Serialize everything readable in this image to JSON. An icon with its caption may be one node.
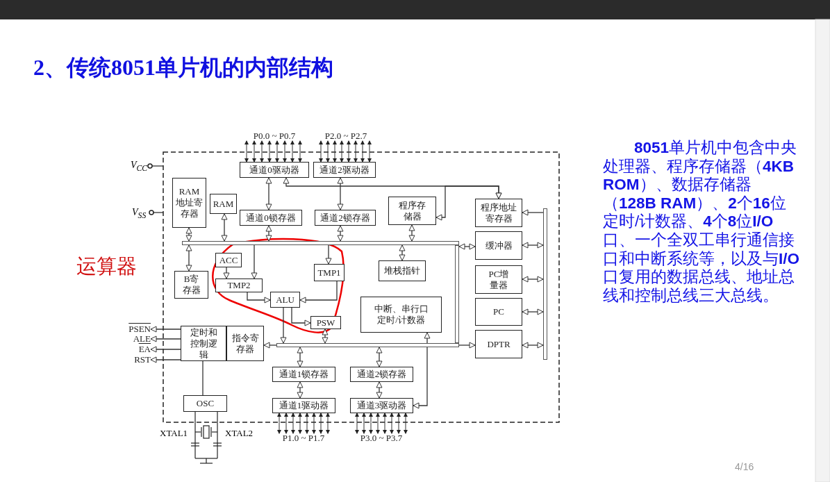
{
  "diagram": {
    "title": "2、传统8051单片机的内部结构",
    "nodes": [
      {
        "text": [
          "通道0驱动器"
        ]
      },
      {
        "text": [
          "通道2驱动器"
        ]
      },
      {
        "text": [
          "RAM地址寄存器"
        ]
      },
      {
        "text": [
          "RAM"
        ]
      },
      {
        "text": [
          "通道0锁存器"
        ]
      },
      {
        "text": [
          "通道2锁存器"
        ]
      },
      {
        "text": [
          "程序存储器"
        ]
      },
      {
        "text": [
          "程序地址寄存器"
        ]
      },
      {
        "text": [
          "缓冲器"
        ]
      },
      {
        "text": [
          "PC增量器"
        ]
      },
      {
        "text": [
          "PC"
        ]
      },
      {
        "text": [
          "DPTR"
        ]
      },
      {
        "text": [
          "ACC"
        ]
      },
      {
        "text": [
          "B寄存器"
        ]
      },
      {
        "text": [
          "TMP2"
        ]
      },
      {
        "text": [
          "TMP1"
        ]
      },
      {
        "text": [
          "ALU"
        ]
      },
      {
        "text": [
          "PSW"
        ]
      },
      {
        "text": [
          "堆栈指针"
        ]
      },
      {
        "text": [
          "中断、串行口定时/计数器"
        ]
      },
      {
        "text": [
          "定时和控制逻辑"
        ]
      },
      {
        "text": [
          "指令寄存器"
        ]
      },
      {
        "text": [
          "通道1锁存器"
        ]
      },
      {
        "text": [
          "通道2锁存器"
        ]
      },
      {
        "text": [
          "通道1驱动器"
        ]
      },
      {
        "text": [
          "通道3驱动器"
        ]
      },
      {
        "text": [
          "OSC"
        ]
      },
      {
        "text": [
          "PSEN"
        ]
      },
      {
        "text": [
          "ALE"
        ]
      },
      {
        "text": [
          "EA"
        ]
      },
      {
        "text": [
          "RST"
        ]
      },
      {
        "text": [],
        "shape": "bar"
      },
      {
        "text": [],
        "shape": "bar"
      },
      {
        "text": [],
        "shape": "bar"
      },
      {
        "text": [],
        "shape": "bar"
      },
      {
        "text": [
          "P0.0 ~ P0.7"
        ]
      },
      {
        "text": [
          "P2.0 ~ P2.7"
        ]
      },
      {
        "text": [
          "P1.0 ~ P1.7"
        ]
      },
      {
        "text": [
          "P3.0 ~ P3.7"
        ]
      }
    ],
    "edges": [
      {
        "from": 0,
        "to": 4,
        "arrow": "both"
      },
      {
        "from": 1,
        "to": 5,
        "arrow": "both"
      },
      {
        "from": 7,
        "to": 0,
        "arrow": "both"
      },
      {
        "from": 7,
        "to": 6,
        "arrow": "both"
      },
      {
        "from": 4,
        "to": 31,
        "arrow": "both"
      },
      {
        "from": 5,
        "to": 31,
        "arrow": "both"
      },
      {
        "from": 6,
        "to": 31,
        "arrow": "both"
      },
      {
        "from": 31,
        "to": 18,
        "arrow": "both"
      },
      {
        "from": 2,
        "to": 31,
        "arrow": "both"
      },
      {
        "from": 31,
        "to": 13,
        "arrow": "both"
      },
      {
        "from": 3,
        "to": 31,
        "arrow": "both"
      },
      {
        "from": 31,
        "to": 14,
        "arrow": "to"
      },
      {
        "from": 31,
        "to": 15,
        "arrow": "to"
      },
      {
        "from": 12,
        "to": 14,
        "arrow": "to"
      },
      {
        "from": 14,
        "to": 16,
        "arrow": "to"
      },
      {
        "from": 15,
        "to": 16,
        "arrow": "to"
      },
      {
        "from": 16,
        "to": 17,
        "arrow": "to"
      },
      {
        "from": 16,
        "to": 33,
        "arrow": "to"
      },
      {
        "from": 17,
        "to": 33,
        "arrow": "both"
      },
      {
        "from": 33,
        "to": 21,
        "arrow": "to"
      },
      {
        "from": 33,
        "to": 11,
        "arrow": "to"
      },
      {
        "from": 33,
        "to": 22,
        "arrow": "both"
      },
      {
        "from": 33,
        "to": 23,
        "arrow": "both"
      },
      {
        "from": 22,
        "to": 24,
        "arrow": "both"
      },
      {
        "from": 23,
        "to": 25,
        "arrow": "both"
      },
      {
        "from": 19,
        "to": 25,
        "arrow": "both"
      },
      {
        "from": 32,
        "to": 8,
        "arrow": "both"
      },
      {
        "from": 34,
        "to": 7,
        "arrow": "to"
      },
      {
        "from": 8,
        "to": 34,
        "arrow": "both"
      },
      {
        "from": 9,
        "to": 34,
        "arrow": "both"
      },
      {
        "from": 10,
        "to": 34,
        "arrow": "both"
      },
      {
        "from": 11,
        "to": 34,
        "arrow": "both"
      },
      {
        "from": 20,
        "to": 27,
        "arrow": "to"
      },
      {
        "from": 20,
        "to": 28,
        "arrow": "to"
      },
      {
        "from": 20,
        "to": 29,
        "arrow": "to"
      },
      {
        "from": 20,
        "to": 30,
        "arrow": "to"
      },
      {
        "from": 20,
        "to": 26,
        "arrow": "none"
      },
      {
        "from": 0,
        "to": 35,
        "arrow": "both"
      },
      {
        "from": 0,
        "to": 35,
        "arrow": "both"
      },
      {
        "from": 0,
        "to": 35,
        "arrow": "both"
      },
      {
        "from": 0,
        "to": 35,
        "arrow": "both"
      },
      {
        "from": 0,
        "to": 35,
        "arrow": "both"
      },
      {
        "from": 0,
        "to": 35,
        "arrow": "both"
      },
      {
        "from": 0,
        "to": 35,
        "arrow": "both"
      },
      {
        "from": 0,
        "to": 35,
        "arrow": "both"
      },
      {
        "from": 1,
        "to": 36,
        "arrow": "both"
      },
      {
        "from": 1,
        "to": 36,
        "arrow": "both"
      },
      {
        "from": 1,
        "to": 36,
        "arrow": "both"
      },
      {
        "from": 1,
        "to": 36,
        "arrow": "both"
      },
      {
        "from": 1,
        "to": 36,
        "arrow": "both"
      },
      {
        "from": 1,
        "to": 36,
        "arrow": "both"
      },
      {
        "from": 1,
        "to": 36,
        "arrow": "both"
      },
      {
        "from": 1,
        "to": 36,
        "arrow": "both"
      },
      {
        "from": 24,
        "to": 37,
        "arrow": "both"
      },
      {
        "from": 24,
        "to": 37,
        "arrow": "both"
      },
      {
        "from": 24,
        "to": 37,
        "arrow": "both"
      },
      {
        "from": 24,
        "to": 37,
        "arrow": "both"
      },
      {
        "from": 24,
        "to": 37,
        "arrow": "both"
      },
      {
        "from": 24,
        "to": 37,
        "arrow": "both"
      },
      {
        "from": 24,
        "to": 37,
        "arrow": "both"
      },
      {
        "from": 24,
        "to": 37,
        "arrow": "both"
      },
      {
        "from": 25,
        "to": 38,
        "arrow": "both"
      },
      {
        "from": 25,
        "to": 38,
        "arrow": "both"
      },
      {
        "from": 25,
        "to": 38,
        "arrow": "both"
      },
      {
        "from": 25,
        "to": 38,
        "arrow": "both"
      },
      {
        "from": 25,
        "to": 38,
        "arrow": "both"
      },
      {
        "from": 25,
        "to": 38,
        "arrow": "both"
      },
      {
        "from": 25,
        "to": 38,
        "arrow": "both"
      },
      {
        "from": 25,
        "to": 38,
        "arrow": "both"
      }
    ],
    "labels": [
      "V$_{CC}$",
      "V$_{SS}$",
      "运算器",
      "XTAL1",
      "XTAL2",
      "**8051**单片机中包含中央处理器、程序存储器（**4KB ROM**）、数据存储器（**128B RAM**）、**2**个**16**位定时/计数器、**4**个**8**位**I/O**口、一个全双工串行通信接口和中断系统等，以及与**I/O**口复用的数据总线、地址总线和控制总线三大总线。",
      "4/16"
    ]
  }
}
